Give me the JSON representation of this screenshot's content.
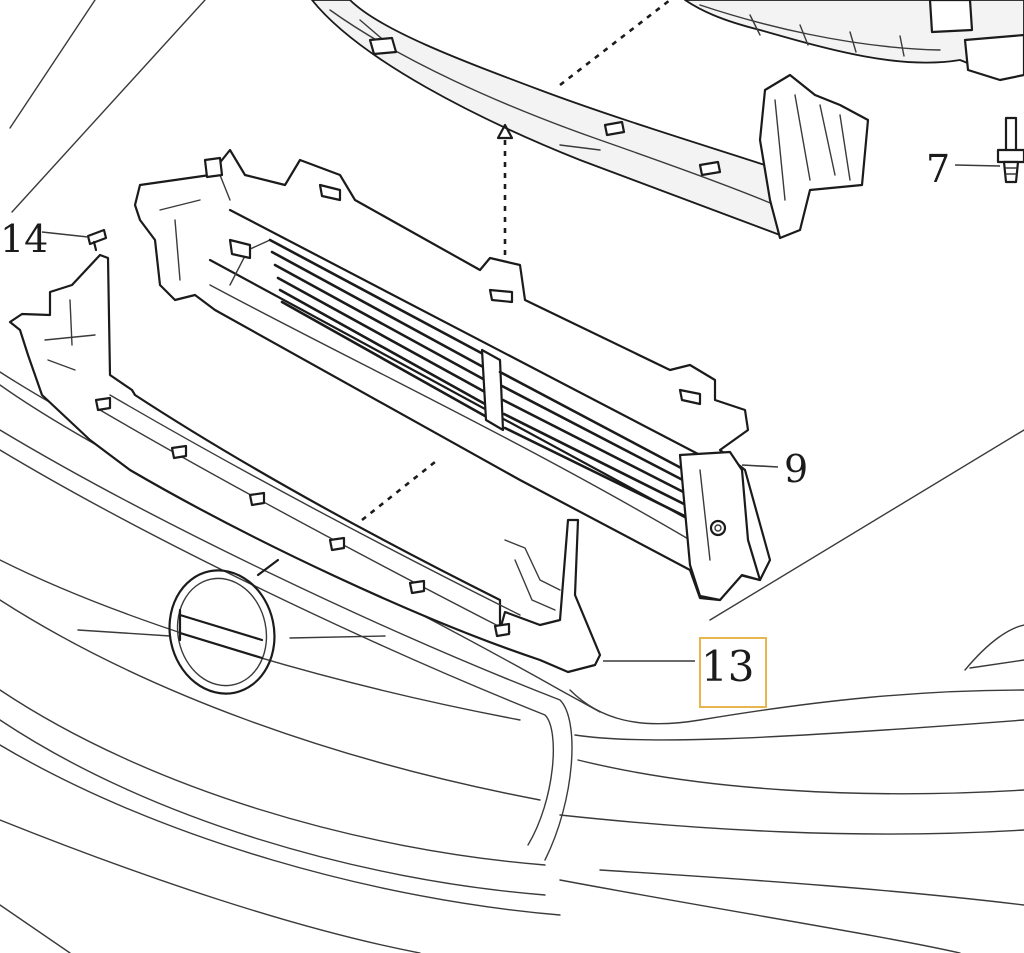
{
  "callouts": {
    "part_14": "14",
    "part_7": "7",
    "part_9": "9",
    "part_13": "13"
  },
  "colors": {
    "line": "#1b1b1b",
    "background": "#ffffff",
    "highlight": "#e8b64c"
  },
  "highlighted_part": "13"
}
